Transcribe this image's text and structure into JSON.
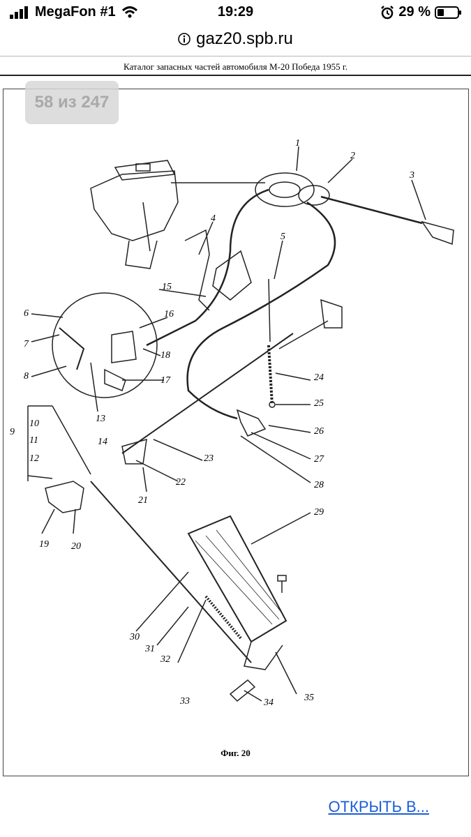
{
  "status": {
    "carrier": "MegaFon #1",
    "time": "19:29",
    "battery": "29 %"
  },
  "url": {
    "domain": "gaz20.spb.ru"
  },
  "document": {
    "header": "Каталог запасных частей автомобиля М-20 Победа 1955 г.",
    "page_counter": "58 из 247",
    "caption": "Фиг. 20"
  },
  "callouts": [
    "1",
    "2",
    "3",
    "4",
    "5",
    "6",
    "7",
    "8",
    "9",
    "10",
    "11",
    "12",
    "13",
    "14",
    "15",
    "16",
    "17",
    "18",
    "19",
    "20",
    "21",
    "22",
    "23",
    "24",
    "25",
    "26",
    "27",
    "28",
    "29",
    "30",
    "31",
    "32",
    "33",
    "34",
    "35"
  ],
  "footer": {
    "open_label": "ОТКРЫТЬ В..."
  }
}
